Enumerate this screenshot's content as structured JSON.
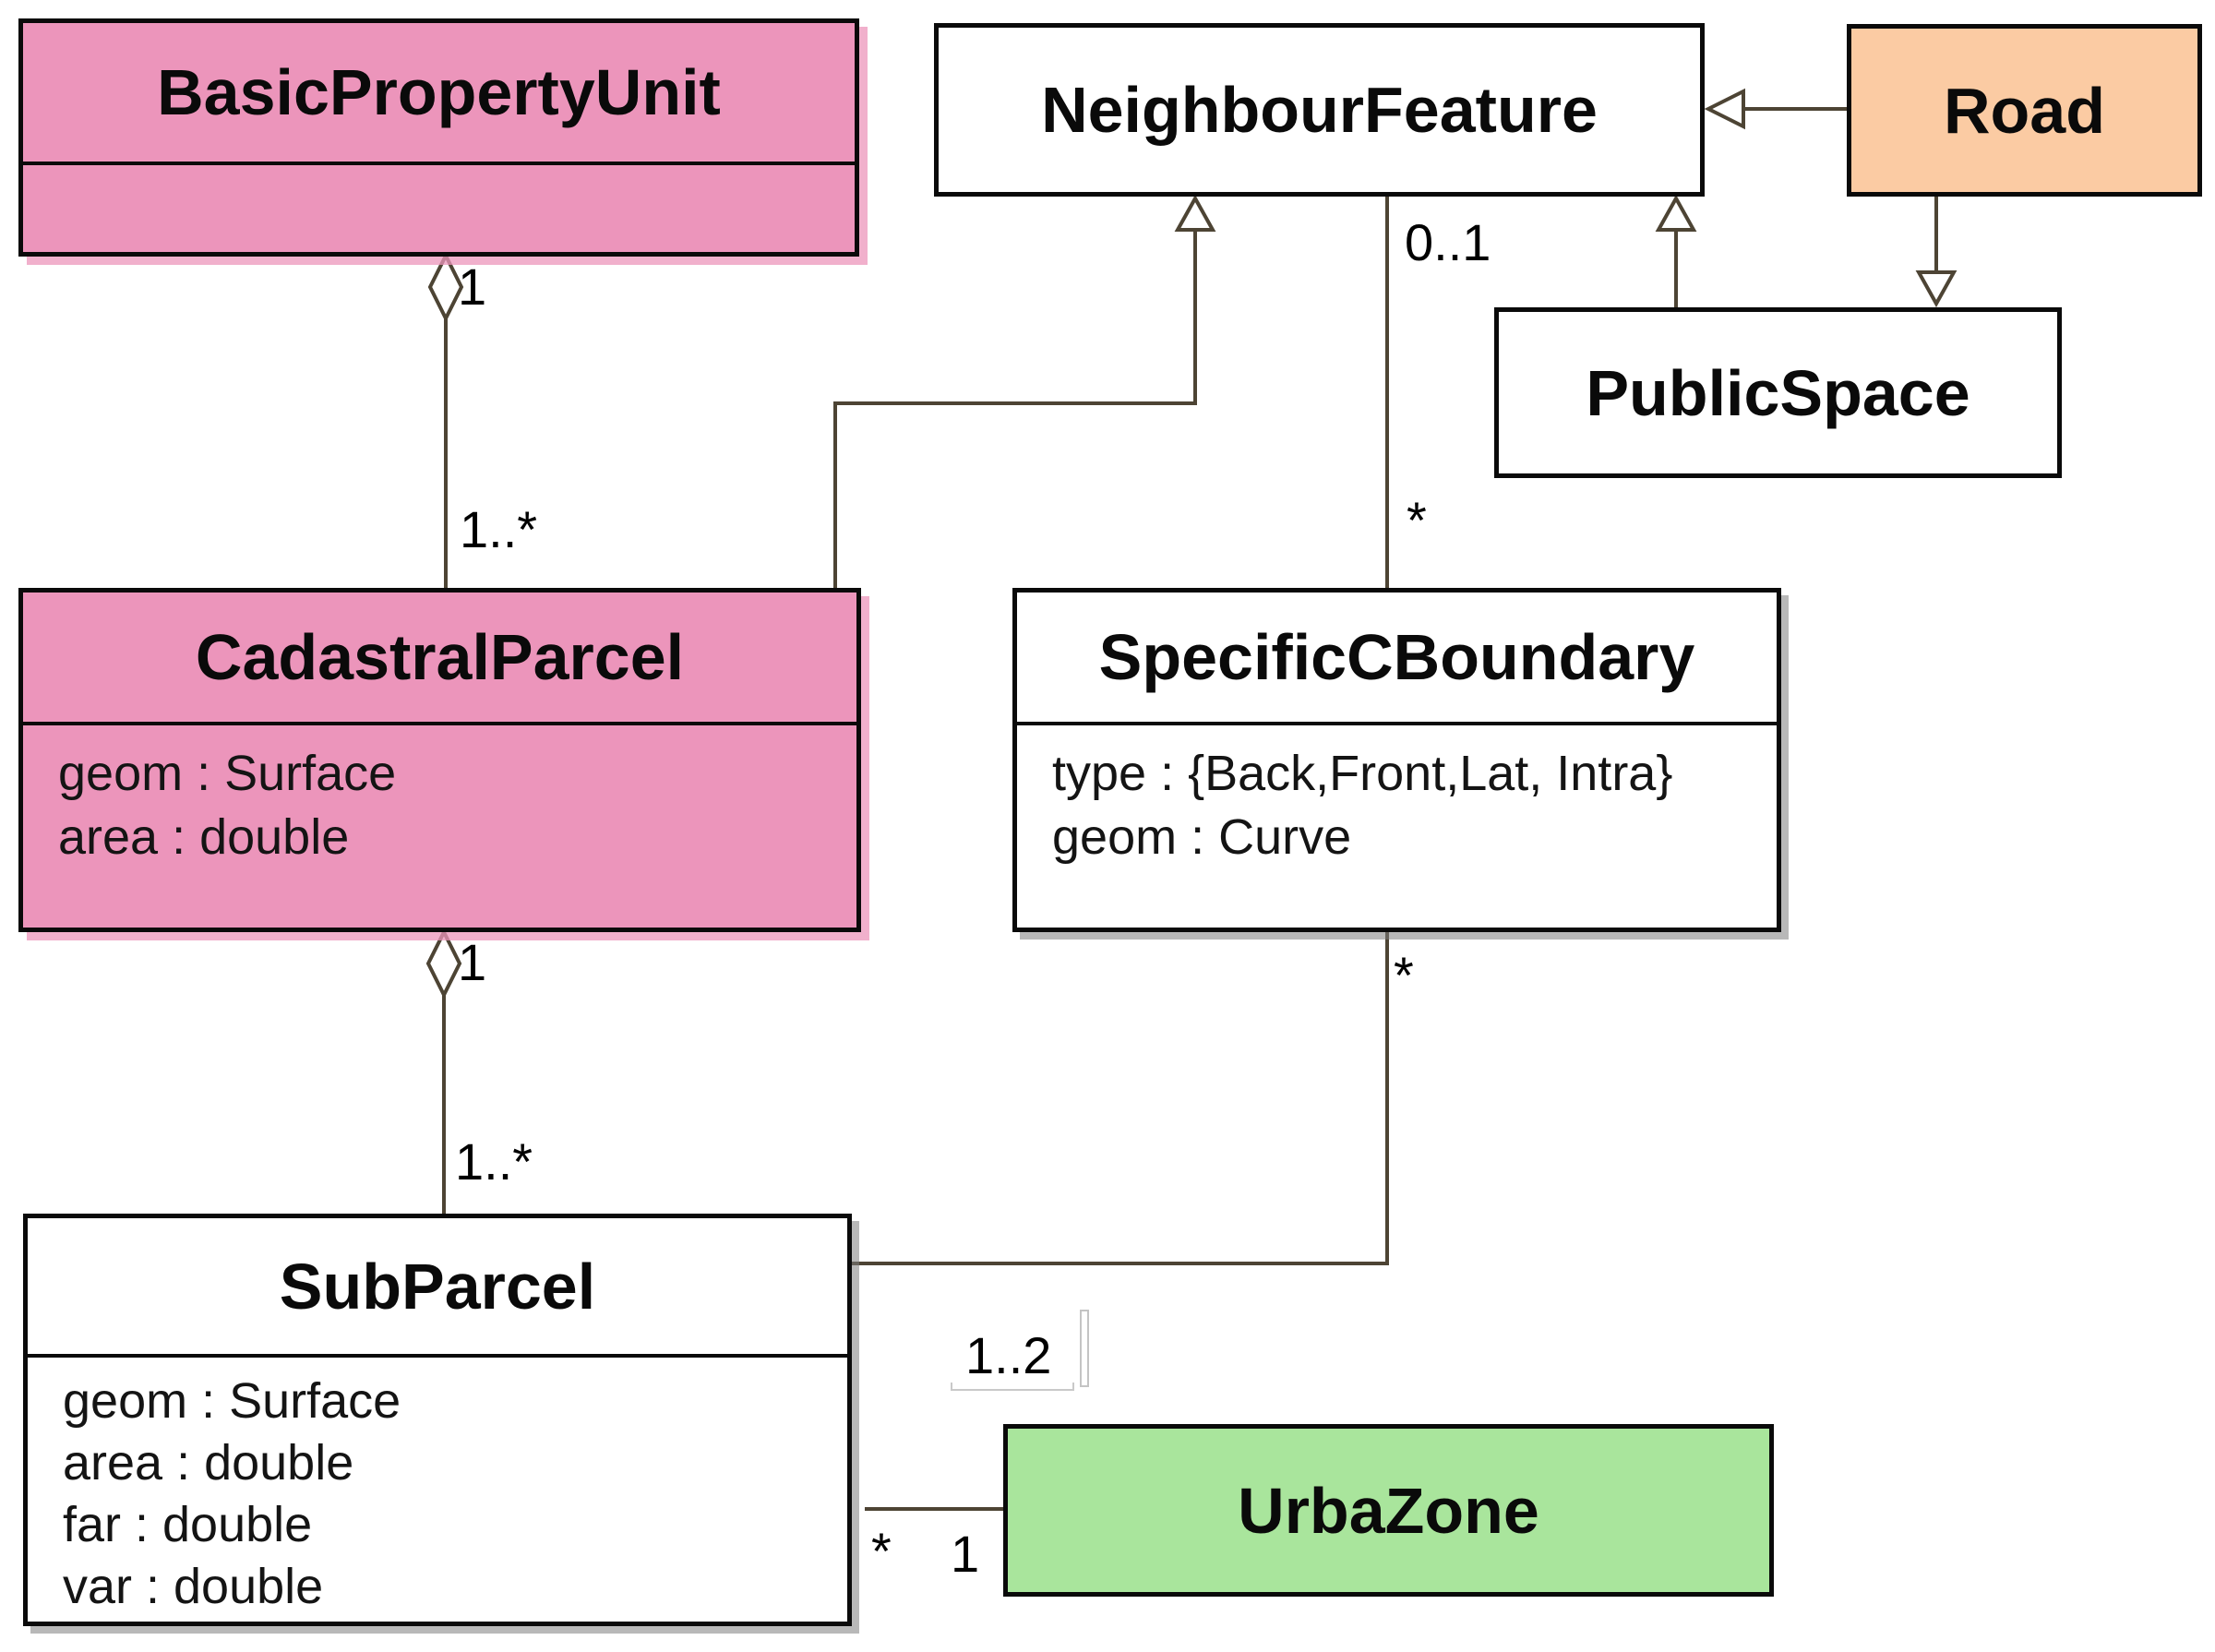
{
  "diagram": {
    "type": "uml-class-diagram",
    "classes": {
      "basic_property_unit": {
        "name": "BasicPropertyUnit",
        "attributes": [],
        "fill": "#ec95bb"
      },
      "neighbour_feature": {
        "name": "NeighbourFeature",
        "attributes": [],
        "fill": "#ffffff"
      },
      "road": {
        "name": "Road",
        "attributes": [],
        "fill": "#fbcba3"
      },
      "public_space": {
        "name": "PublicSpace",
        "attributes": [],
        "fill": "#ffffff"
      },
      "cadastral_parcel": {
        "name": "CadastralParcel",
        "attributes": [
          "geom : Surface",
          "area : double"
        ],
        "fill": "#ec95bb"
      },
      "specific_c_boundary": {
        "name": "SpecificCBoundary",
        "attributes": [
          "type : {Back,Front,Lat, Intra}",
          "geom : Curve"
        ],
        "fill": "#ffffff"
      },
      "sub_parcel": {
        "name": "SubParcel",
        "attributes": [
          "geom : Surface",
          "area : double",
          "far : double",
          "var : double"
        ],
        "fill": "#ffffff"
      },
      "urba_zone": {
        "name": "UrbaZone",
        "attributes": [],
        "fill": "#a9e59c"
      }
    },
    "multiplicities": {
      "bpu_whole": "1",
      "bpu_parts": "1..*",
      "cp_whole": "1",
      "cp_parts": "1..*",
      "nf_end": "0..1",
      "scb_nf_end": "*",
      "scb_sp_end": "*",
      "sp_uz_range": "1..2",
      "sp_end": "*",
      "uz_end": "1"
    },
    "relationships": [
      "BasicPropertyUnit aggregates 1..* CadastralParcel",
      "CadastralParcel aggregates 1..* SubParcel",
      "CadastralParcel generalizes to NeighbourFeature",
      "PublicSpace generalizes to NeighbourFeature",
      "Road generalizes to NeighbourFeature",
      "Road generalizes to PublicSpace",
      "NeighbourFeature 0..1 associated with * SpecificCBoundary",
      "SpecificCBoundary * associated with SubParcel",
      "SubParcel * associated with 1 UrbaZone (1..2)"
    ],
    "colors": {
      "pink_class": "#ec95bb",
      "orange_class": "#fbcba3",
      "green_class": "#a9e59c",
      "white_class": "#ffffff",
      "connector": "#4d4434",
      "border": "#0a0a0a",
      "background": "#ffffff"
    }
  }
}
